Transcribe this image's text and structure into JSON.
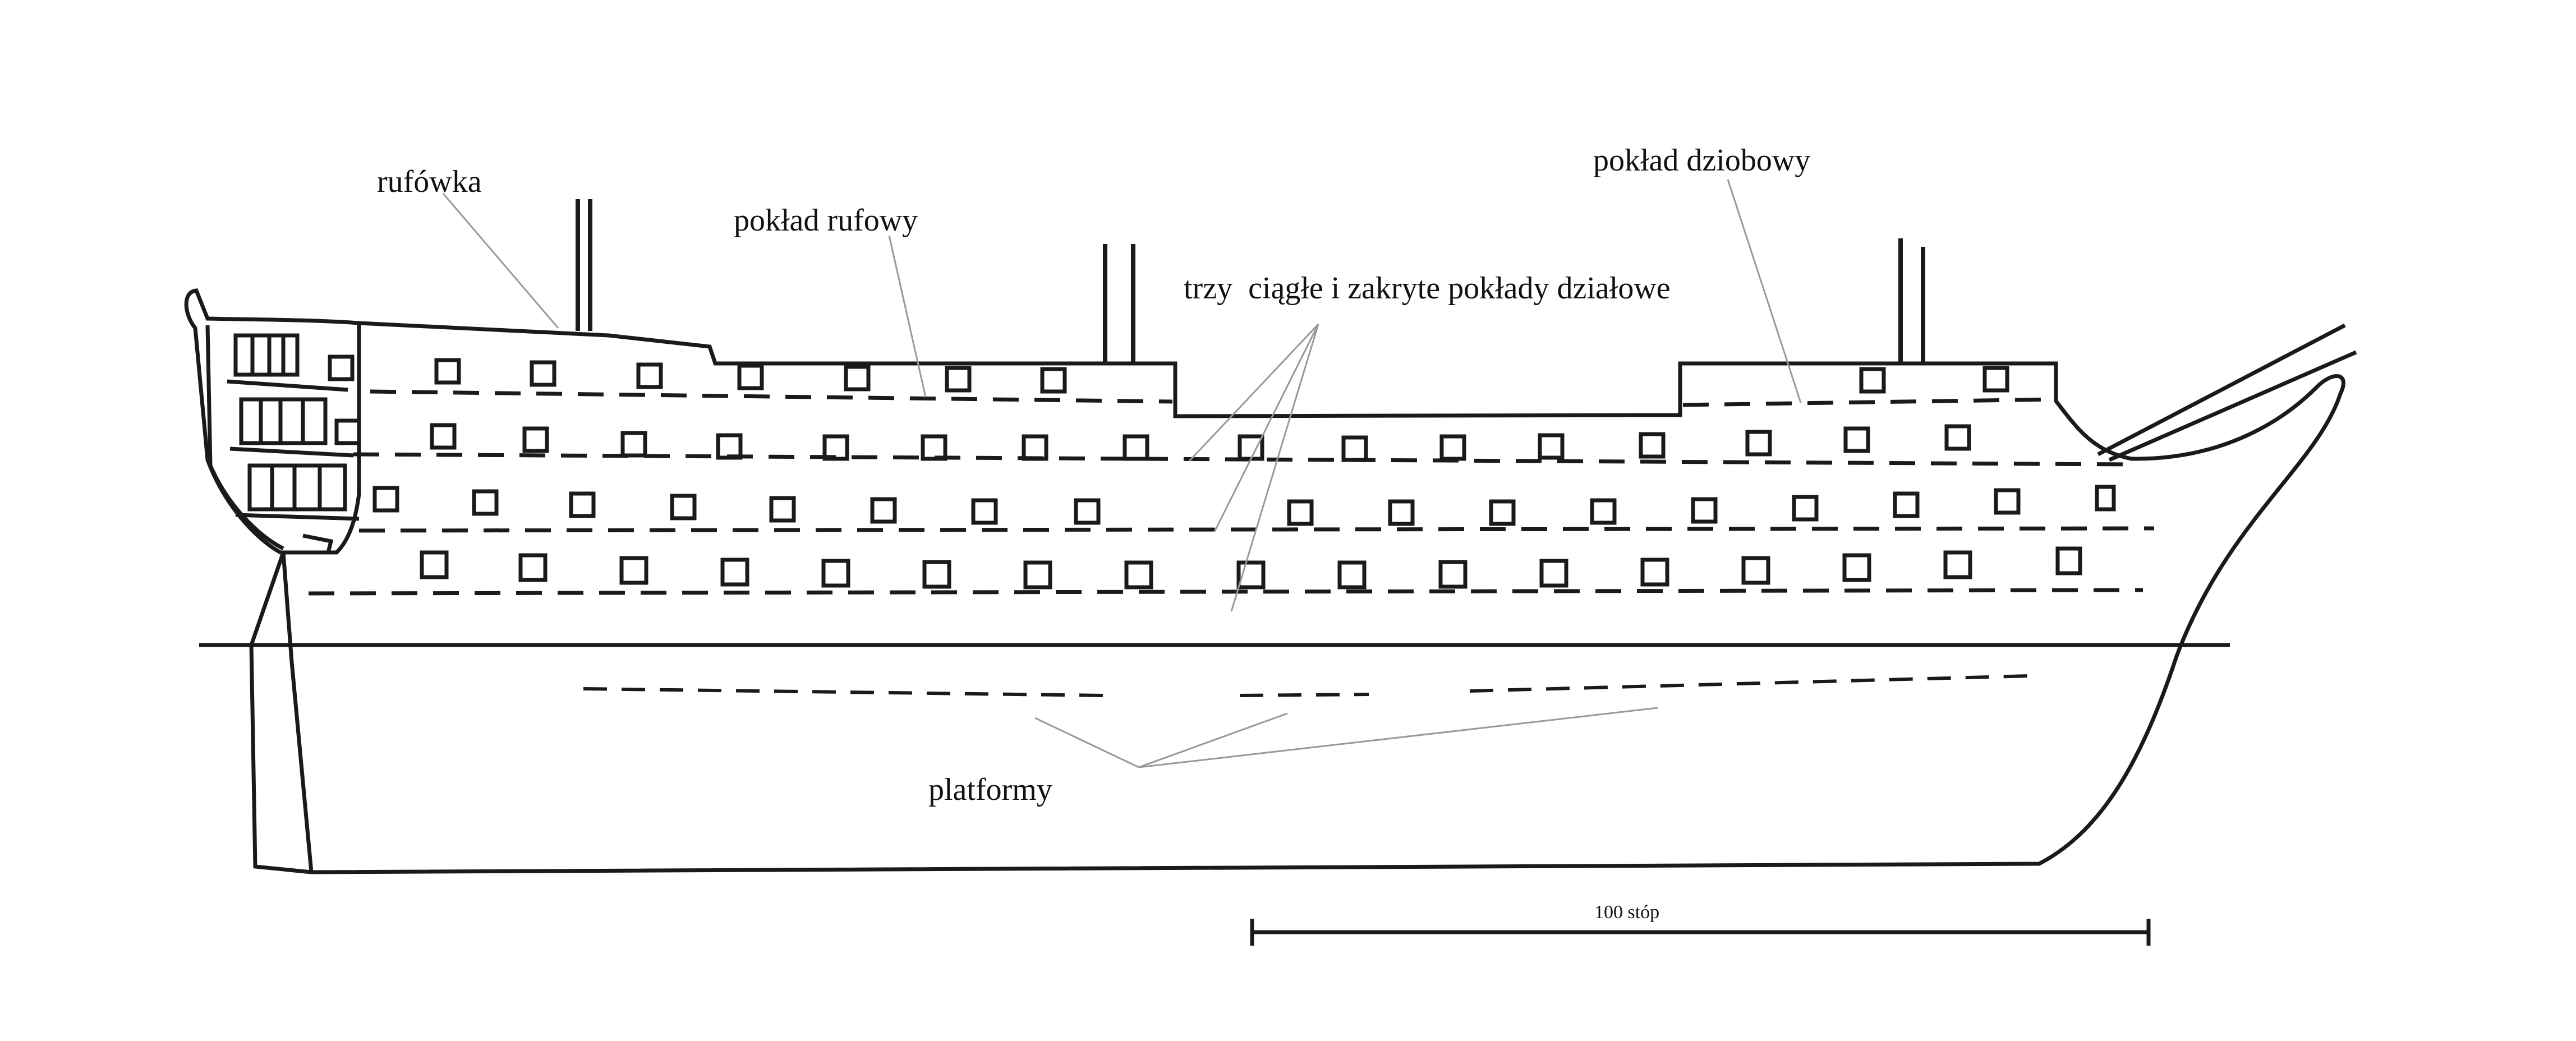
{
  "labels": {
    "stern_cabin": "rufówka",
    "quarterdeck": "pokład rufowy",
    "forecastle": "pokład dziobowy",
    "gun_decks": "trzy  ciągłe i zakryte pokłady działowe",
    "platforms": "platformy"
  },
  "scale_bar": {
    "label": "100 stóp"
  },
  "colors": {
    "ink": "#1a1a1a",
    "leader": "#999999",
    "background": "#ffffff"
  }
}
